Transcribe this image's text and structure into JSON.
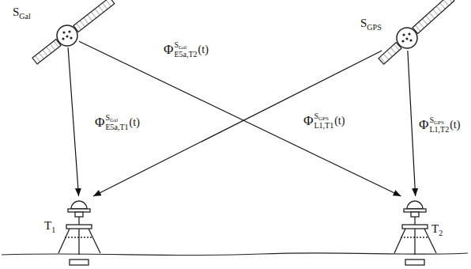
{
  "diagram": {
    "nodes": [
      {
        "text": [
          "SGal"
        ]
      },
      {
        "text": [
          "SGPS"
        ]
      },
      {
        "text": [
          "T1"
        ]
      },
      {
        "text": [
          "T2"
        ]
      }
    ],
    "edges": [
      {
        "from": 0,
        "to": 2,
        "arrow": "to",
        "label": "ΦSGalE5a,T1(t)"
      },
      {
        "from": 0,
        "to": 3,
        "arrow": "to",
        "label": "ΦSGalE5a,T2(t)"
      },
      {
        "from": 1,
        "to": 2,
        "arrow": "to",
        "label": "ΦSGPSL1,T1(t)"
      },
      {
        "from": 1,
        "to": 3,
        "arrow": "to",
        "label": "ΦSGPSL1,T2(t)"
      }
    ]
  }
}
